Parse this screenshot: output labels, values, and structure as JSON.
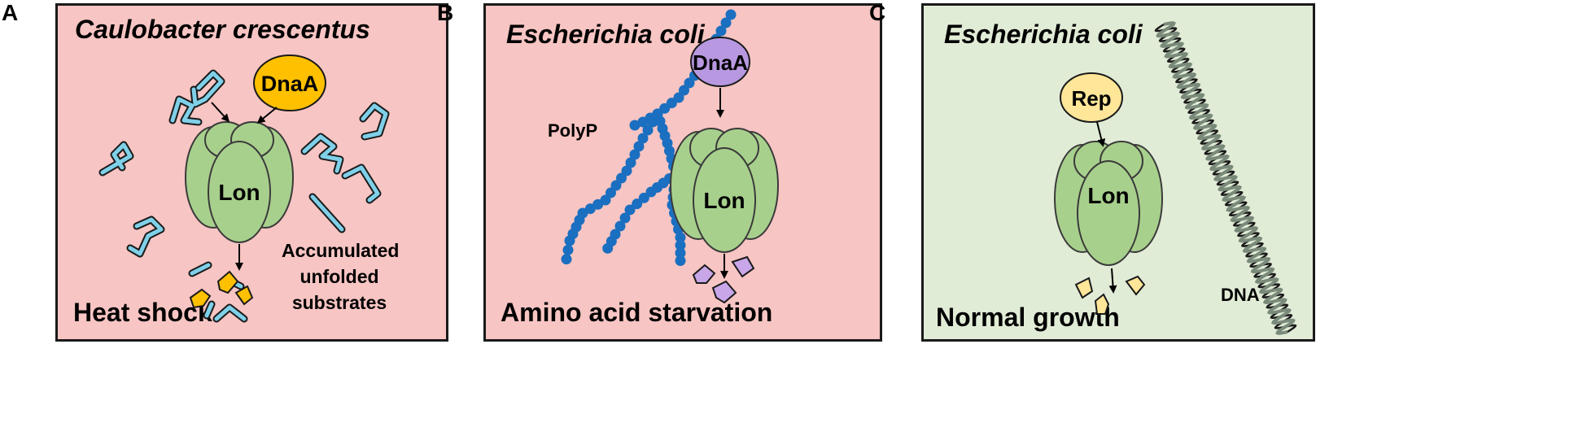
{
  "panels": [
    {
      "letter": "A",
      "organism": "Caulobacter crescentus",
      "condition": "Heat shock",
      "protease": "Lon",
      "regulator": "DnaA",
      "substrates_label": [
        "Accumulated",
        "unfolded",
        "substrates"
      ],
      "background": "#f7c5c3"
    },
    {
      "letter": "B",
      "organism": "Escherichia coli",
      "condition": "Amino acid starvation",
      "protease": "Lon",
      "regulator": "DnaA",
      "polymer_label": "PolyP",
      "background": "#f7c5c3"
    },
    {
      "letter": "C",
      "organism": "Escherichia coli",
      "condition": "Normal growth",
      "protease": "Lon",
      "regulator": "Rep",
      "dna_label": "DNA",
      "background": "#e1ecd6"
    }
  ],
  "colors": {
    "lon_fill": "#a8d08d",
    "lon_stroke": "#3a3a3a",
    "dnaa_a": "#ffc000",
    "dnaa_b": "#b898e0",
    "rep": "#ffe699",
    "unfolded": "#7fd0e8",
    "fragments_a": "#ffc000",
    "fragments_b": "#c8a6e8",
    "fragments_c": "#ffe699",
    "polyp": "#1b6fc0",
    "dna": "#7a8a7a"
  }
}
